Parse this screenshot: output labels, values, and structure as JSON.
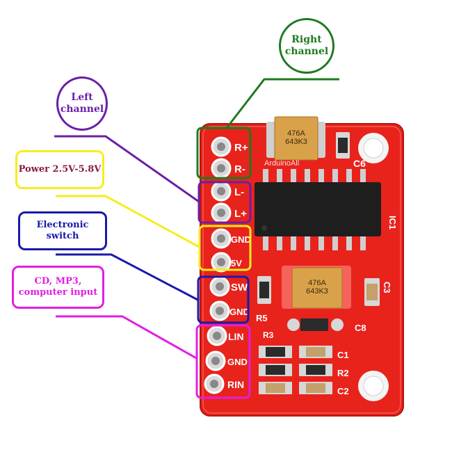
{
  "labels": {
    "right_channel": {
      "text": "Right\nchannel",
      "color": "#1f7a1f"
    },
    "left_channel": {
      "text": "Left\nchannel",
      "color": "#6a1fa8"
    },
    "power": {
      "text": "Power 2.5V-5.8V",
      "color": "#8b1a3c",
      "border": "#f5ee1d"
    },
    "electronic_switch": {
      "text": "Electronic switch",
      "color": "#1a1aa8"
    },
    "audio_input": {
      "text": "CD, MP3,\ncomputer input",
      "color": "#e21ee2"
    }
  },
  "pins": [
    "R+",
    "R-",
    "L-",
    "L+",
    "GND",
    "5V",
    "SW",
    "GND",
    "LIN",
    "GND",
    "RIN"
  ],
  "silkscreen": {
    "c6": "C6",
    "ic1": "IC1",
    "c3": "C3",
    "r5": "R5",
    "c8": "C8",
    "r3": "R3",
    "c1": "C1",
    "r2": "R2",
    "c2": "C2",
    "cap_top": "476A\n643K3",
    "cap_bottom": "476A\n643K3",
    "watermark": "ArduinoAll"
  }
}
